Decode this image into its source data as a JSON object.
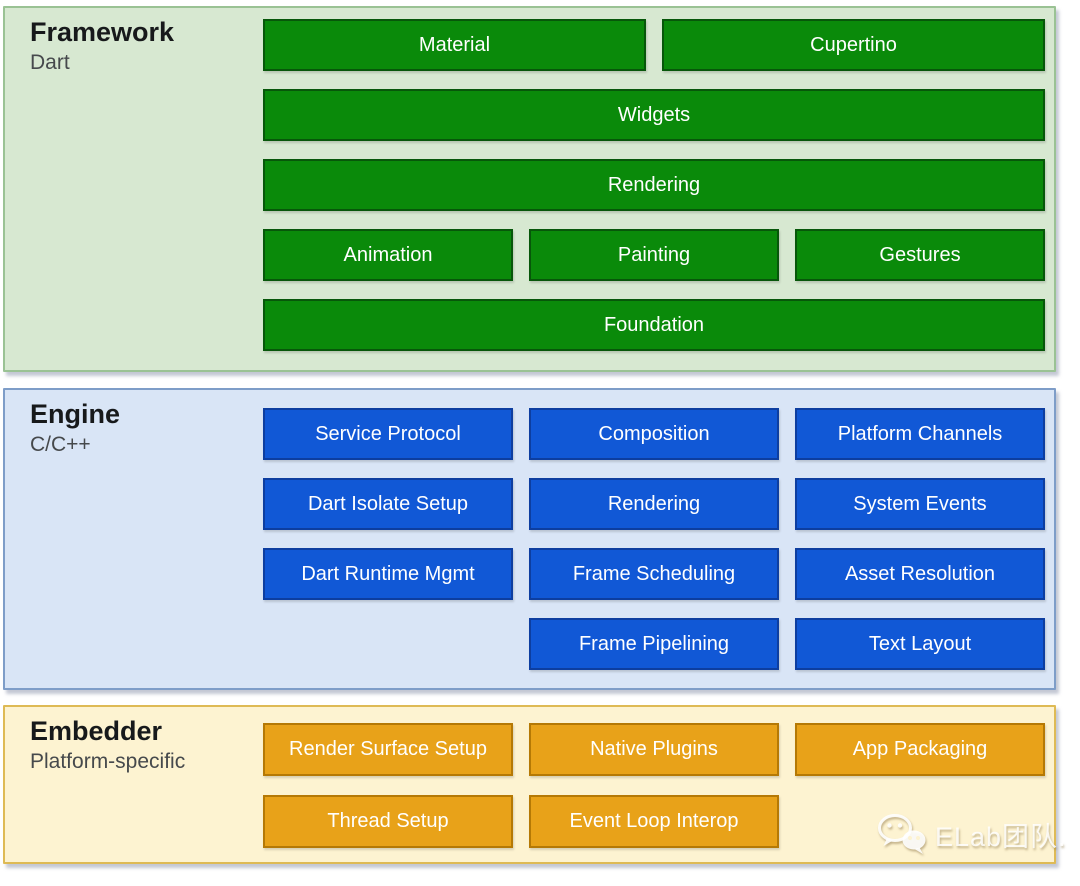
{
  "watermark": {
    "text": "ELab团队.",
    "icon": "wechat-icon"
  },
  "sections": [
    {
      "id": "framework",
      "title": "Framework",
      "subtitle": "Dart",
      "colors": {
        "bg": "#d7e8d1",
        "border": "#9ac294",
        "box_bg": "#0a8a0a",
        "box_border": "#07570a",
        "box_text": "#ffffff"
      },
      "rows": [
        [
          "Material",
          "Cupertino"
        ],
        [
          "Widgets"
        ],
        [
          "Rendering"
        ],
        [
          "Animation",
          "Painting",
          "Gestures"
        ],
        [
          "Foundation"
        ]
      ]
    },
    {
      "id": "engine",
      "title": "Engine",
      "subtitle": "C/C++",
      "colors": {
        "bg": "#d9e5f6",
        "border": "#7e9dc8",
        "box_bg": "#1158d6",
        "box_border": "#0d3ea0",
        "box_text": "#ffffff"
      },
      "rows": [
        [
          "Service Protocol",
          "Composition",
          "Platform Channels"
        ],
        [
          "Dart Isolate Setup",
          "Rendering",
          "System Events"
        ],
        [
          "Dart Runtime Mgmt",
          "Frame Scheduling",
          "Asset Resolution"
        ],
        [
          null,
          "Frame Pipelining",
          "Text Layout"
        ]
      ]
    },
    {
      "id": "embedder",
      "title": "Embedder",
      "subtitle": "Platform-specific",
      "colors": {
        "bg": "#fdf3d1",
        "border": "#deba55",
        "box_bg": "#e8a219",
        "box_border": "#b57905",
        "box_text": "#ffffff"
      },
      "rows": [
        [
          "Render Surface Setup",
          "Native Plugins",
          "App Packaging"
        ],
        [
          "Thread Setup",
          "Event Loop Interop",
          null
        ]
      ]
    }
  ]
}
